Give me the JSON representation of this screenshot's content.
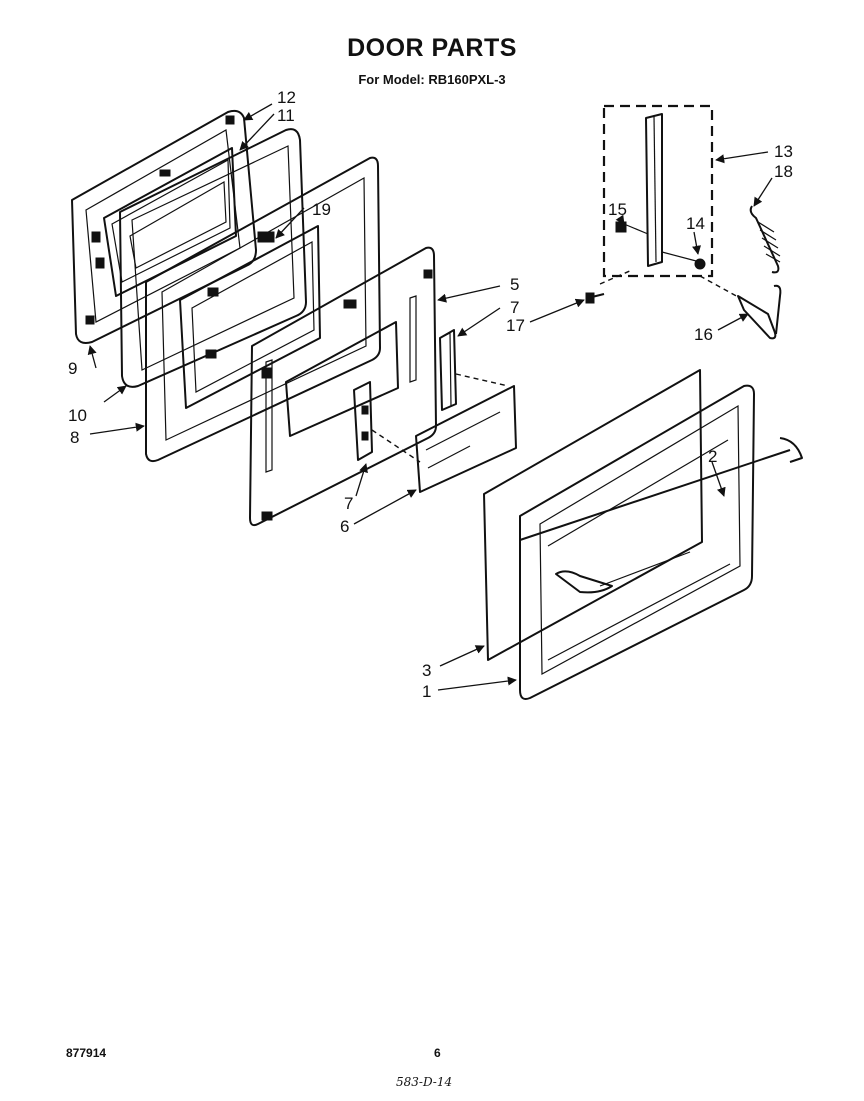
{
  "page": {
    "title": "DOOR PARTS",
    "subtitle": "For Model: RB160PXL-3",
    "footer_left": "877914",
    "footer_page": "6",
    "footer_code": "583-D-14"
  },
  "callouts": {
    "c1": "1",
    "c2": "2",
    "c3": "3",
    "c5": "5",
    "c6": "6",
    "c7_upper": "7",
    "c7_lower": "7",
    "c8": "8",
    "c9": "9",
    "c10": "10",
    "c11": "11",
    "c12": "12",
    "c13": "13",
    "c14": "14",
    "c15": "15",
    "c16": "16",
    "c17": "17",
    "c18": "18",
    "c19": "19"
  }
}
